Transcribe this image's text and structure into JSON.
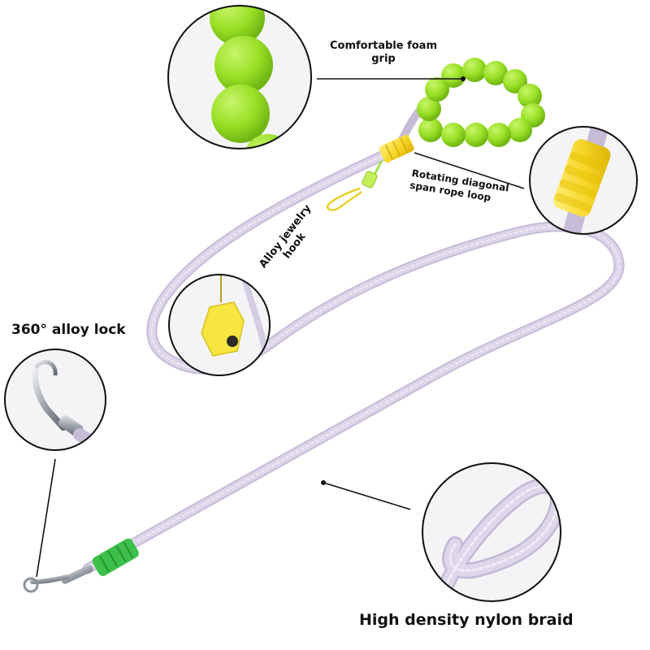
{
  "labels": {
    "foam_grip": [
      "Comfortable foam",
      "grip"
    ],
    "rotating_loop": [
      "Rotating diagonal",
      "span rope loop"
    ],
    "jewelry_hook": [
      "Alloy jewelry",
      "hook"
    ],
    "alloy_lock": "360° alloy lock",
    "nylon_braid": "High density nylon braid"
  },
  "colors": {
    "rope": "#d9d1e6",
    "rope_shadow": "#c3b8d6",
    "foam_green": "#9ae22a",
    "yellow_sleeve": "#f6dc2c",
    "green_sleeve": "#3fc24d",
    "metal": "#9aa0a8"
  }
}
